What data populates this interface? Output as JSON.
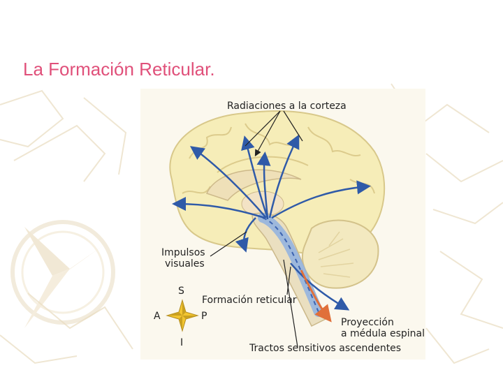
{
  "slide": {
    "title": "La Formación Reticular."
  },
  "diagram": {
    "labels": {
      "radiaciones": "Radiaciones a la corteza",
      "impulsos_line1": "Impulsos",
      "impulsos_line2": "visuales",
      "formacion": "Formación reticular",
      "proyeccion_line1": "Proyección",
      "proyeccion_line2": "a médula espinal",
      "tractos": "Tractos sensitivos ascendentes"
    },
    "compass": {
      "superior": "S",
      "anterior": "A",
      "posterior": "P",
      "inferior": "I"
    },
    "colors": {
      "arrow_blue": "#2f5aa8",
      "projection_orange": "#e0703a",
      "brain_fill": "#f6edb8",
      "title_pink": "#e0507a"
    }
  }
}
